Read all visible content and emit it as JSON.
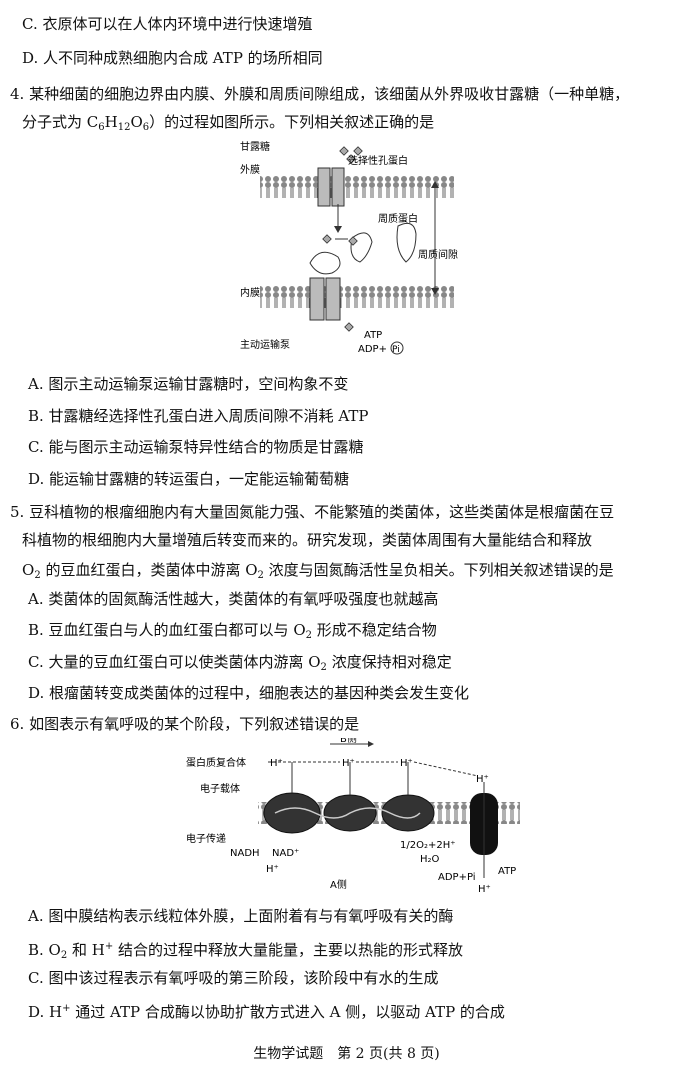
{
  "lines": {
    "q3c": "C. 衣原体可以在人体内环境中进行快速增殖",
    "q3d": "D. 人不同种成熟细胞内合成 ATP 的场所相同",
    "q4_stem1": "4. 某种细菌的细胞边界由内膜、外膜和周质间隙组成，该细菌从外界吸收甘露糖（一种单糖，",
    "q4_stem2_pre": "分子式为 C",
    "q4_stem2_sub1": "6",
    "q4_stem2_h": "H",
    "q4_stem2_sub2": "12",
    "q4_stem2_o": "O",
    "q4_stem2_sub3": "6",
    "q4_stem2_post": "）的过程如图所示。下列相关叙述正确的是",
    "q4a": "A. 图示主动运输泵运输甘露糖时，空间构象不变",
    "q4b": "B. 甘露糖经选择性孔蛋白进入周质间隙不消耗 ATP",
    "q4c": "C. 能与图示主动运输泵特异性结合的物质是甘露糖",
    "q4d": "D. 能运输甘露糖的转运蛋白，一定能运输葡萄糖",
    "q5_1": "5. 豆科植物的根瘤细胞内有大量固氮能力强、不能繁殖的类菌体，这些类菌体是根瘤菌在豆",
    "q5_2": "科植物的根细胞内大量增殖后转变而来的。研究发现，类菌体周围有大量能结合和释放",
    "q5_3a": "O",
    "q5_3sub": "2",
    "q5_3b": " 的豆血红蛋白，类菌体中游离 O",
    "q5_3sub2": "2",
    "q5_3c": " 浓度与固氮酶活性呈负相关。下列相关叙述错误的是",
    "q5a": "A. 类菌体的固氮酶活性越大，类菌体的有氧呼吸强度也就越高",
    "q5b_pre": "B. 豆血红蛋白与人的血红蛋白都可以与 O",
    "q5b_sub": "2",
    "q5b_post": " 形成不稳定结合物",
    "q5c_pre": "C. 大量的豆血红蛋白可以使类菌体内游离 O",
    "q5c_sub": "2",
    "q5c_post": " 浓度保持相对稳定",
    "q5d": "D. 根瘤菌转变成类菌体的过程中，细胞表达的基因种类会发生变化",
    "q6": "6. 如图表示有氧呼吸的某个阶段，下列叙述错误的是",
    "q6a": "A. 图中膜结构表示线粒体外膜，上面附着有与有氧呼吸有关的酶",
    "q6b_pre": "B. O",
    "q6b_sub": "2",
    "q6b_mid": " 和 H",
    "q6b_sup": "+",
    "q6b_post": " 结合的过程中释放大量能量，主要以热能的形式释放",
    "q6c": "C. 图中该过程表示有氧呼吸的第三阶段，该阶段中有水的生成",
    "q6d_pre": "D. H",
    "q6d_sup": "+",
    "q6d_post": " 通过 ATP 合成酶以协助扩散方式进入 A 侧，以驱动 ATP 的合成"
  },
  "fig1": {
    "mannose": "甘露糖",
    "outer": "外膜",
    "porin": "选择性孔蛋白",
    "periplasmic_protein": "周质蛋白",
    "periplasm": "周质间隙",
    "inner": "内膜",
    "pump": "主动运输泵",
    "atp": "ATP",
    "adp": "ADP+",
    "pi": "Pi"
  },
  "fig2": {
    "b_side": "B侧",
    "complex": "蛋白质复合体",
    "carrier": "电子载体",
    "etransfer": "电子传递",
    "nadh": "NADH",
    "nad": "NAD⁺",
    "h": "H⁺",
    "o2": "1/2O₂+2H⁺",
    "h2o": "H₂O",
    "adp": "ADP+Pi",
    "atp": "ATP",
    "a_side": "A侧"
  },
  "footer": "生物学试题　第 2 页(共 8 页)"
}
